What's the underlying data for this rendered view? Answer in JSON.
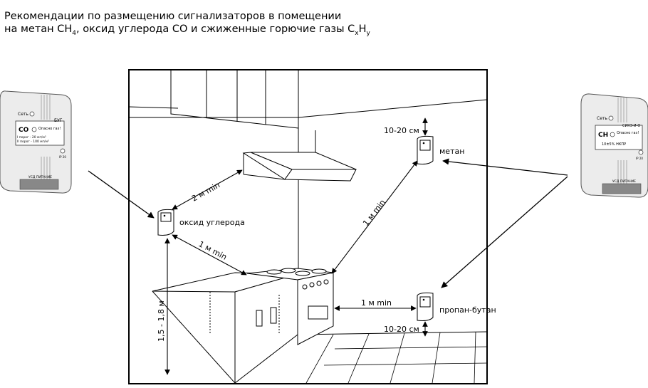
{
  "title": {
    "line1": "Рекомендации по размещению сигнализаторов в помещении",
    "line2_prefix": "на метан CH",
    "line2_sub1": "4",
    "line2_mid": ", оксид углерода CO и сжиженные горючие газы C",
    "line2_sub2": "x",
    "line2_h": "H",
    "line2_sub3": "y"
  },
  "labels": {
    "methane": "метан",
    "carbon_monoxide": "оксид углерода",
    "propane_butane": "пропан-бутан",
    "dist_top": "10-20 см",
    "dist_bottom": "10-20 см",
    "dist_hood": "2 м min",
    "dist_stove_co": "1 м min",
    "dist_stove_methane": "1 м min",
    "dist_stove_propane": "1 м min",
    "height": "1,5 - 1,8 м"
  },
  "device_left": {
    "power": "Сеть",
    "brand": "БУГ",
    "gas": "CO",
    "alarm": "Опасно газ!",
    "threshold1": "I порог - 20 мг/м³",
    "threshold2": "II порог - 100 мг/м³",
    "ip": "IP 20",
    "footer": "УСД ПИТАНИЕ"
  },
  "device_right": {
    "power": "Сеть",
    "brand": "СИКЗ-И-О",
    "gas": "CH",
    "alarm": "Опасно газ!",
    "threshold": "10±5% НКПР",
    "ip": "IP 20",
    "footer": "УСД ПИТАНИЕ"
  }
}
